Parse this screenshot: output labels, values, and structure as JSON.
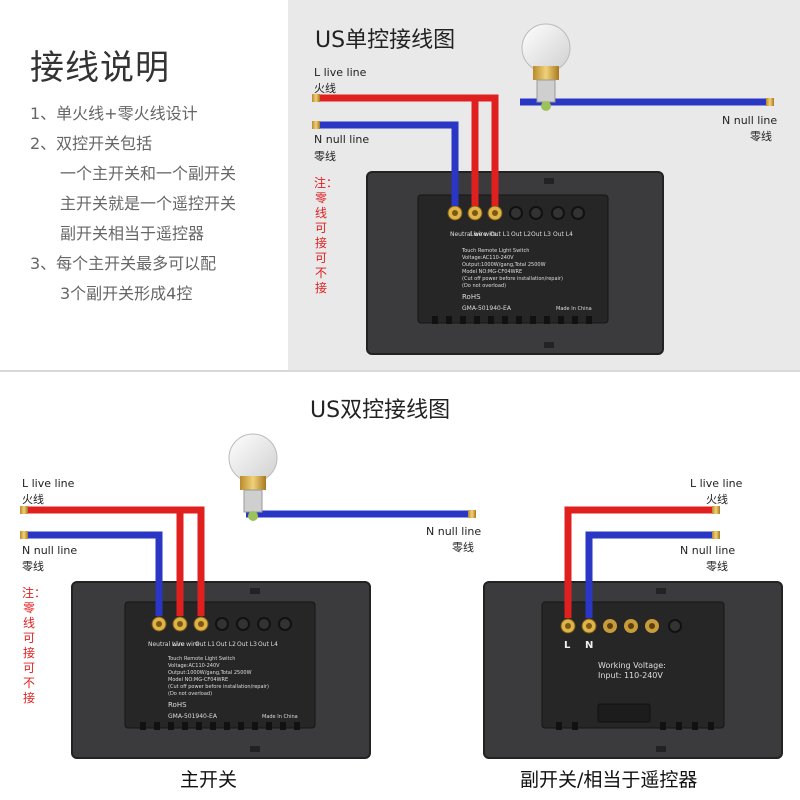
{
  "instructions": {
    "title": "接线说明",
    "lines": [
      "1、单火线+零火线设计",
      "2、双控开关包括",
      "一个主开关和一个副开关",
      "主开关就是一个遥控开关",
      "副开关相当于遥控器",
      "3、每个主开关最多可以配",
      "3个副开关形成4控"
    ]
  },
  "single": {
    "title": "US单控接线图",
    "live_en": "L live line",
    "live_cn": "火线",
    "null_en": "N null line",
    "null_cn": "零线",
    "null_right_en": "N null line",
    "null_right_cn": "零线",
    "note": "注：零线可接可不接"
  },
  "dual": {
    "title": "US双控接线图",
    "live_en": "L live line",
    "live_cn": "火线",
    "null_en": "N null line",
    "null_cn": "零线",
    "null_mid_en": "N null line",
    "null_mid_cn": "零线",
    "live_right_en": "L live line",
    "live_right_cn": "火线",
    "null_right_en": "N null line",
    "null_right_cn": "零线",
    "note": "注：零线可接可不接",
    "caption_main": "主开关",
    "caption_sub": "副开关/相当于遥控器"
  },
  "module": {
    "terminals": [
      "Neutral wire",
      "Live wire",
      "Out L1",
      "Out L2",
      "Out L3",
      "Out L4"
    ],
    "lines": [
      "Touch Remote Light Switch",
      "Voltage:AC110-240V",
      "Output:1000W/gang,Total 2500W",
      "Model NO:MG-CF04WRE",
      "(Cut off power before installation/repair)",
      "(Do not overload)"
    ],
    "rohs": "RoHS",
    "code": "GMA-501940-EA",
    "made": "Made In China"
  },
  "sub_module": {
    "l": "L",
    "n": "N",
    "voltage_1": "Working Voltage:",
    "voltage_2": "Input: 110-240V"
  },
  "colors": {
    "live": "#e0201e",
    "null": "#2233bb",
    "panel": "#3a3a3c",
    "module": "#2a2a2a"
  }
}
